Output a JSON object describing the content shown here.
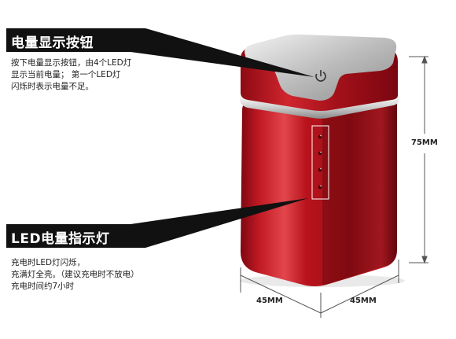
{
  "callouts": {
    "power_button": {
      "title": "电量显示按钮",
      "lines": [
        "按下电量显示按钮，由4个LED灯",
        "显示当前电量；  第一个LED灯",
        "闪烁时表示电量不足。"
      ]
    },
    "led_indicator": {
      "title": "LED电量指示灯",
      "lines": [
        "充电时LED灯闪烁，",
        "充满灯全亮。（建议充电时不放电）",
        "充电时间约7小时"
      ]
    }
  },
  "dimensions": {
    "height": "75MM",
    "width_left": "45MM",
    "width_right": "45MM"
  },
  "colors": {
    "body_red": "#b3121c",
    "banner_black": "#111111",
    "lid_silver": "#c8c8c8"
  },
  "icons": [
    "power-icon",
    "led-dot-icon"
  ]
}
